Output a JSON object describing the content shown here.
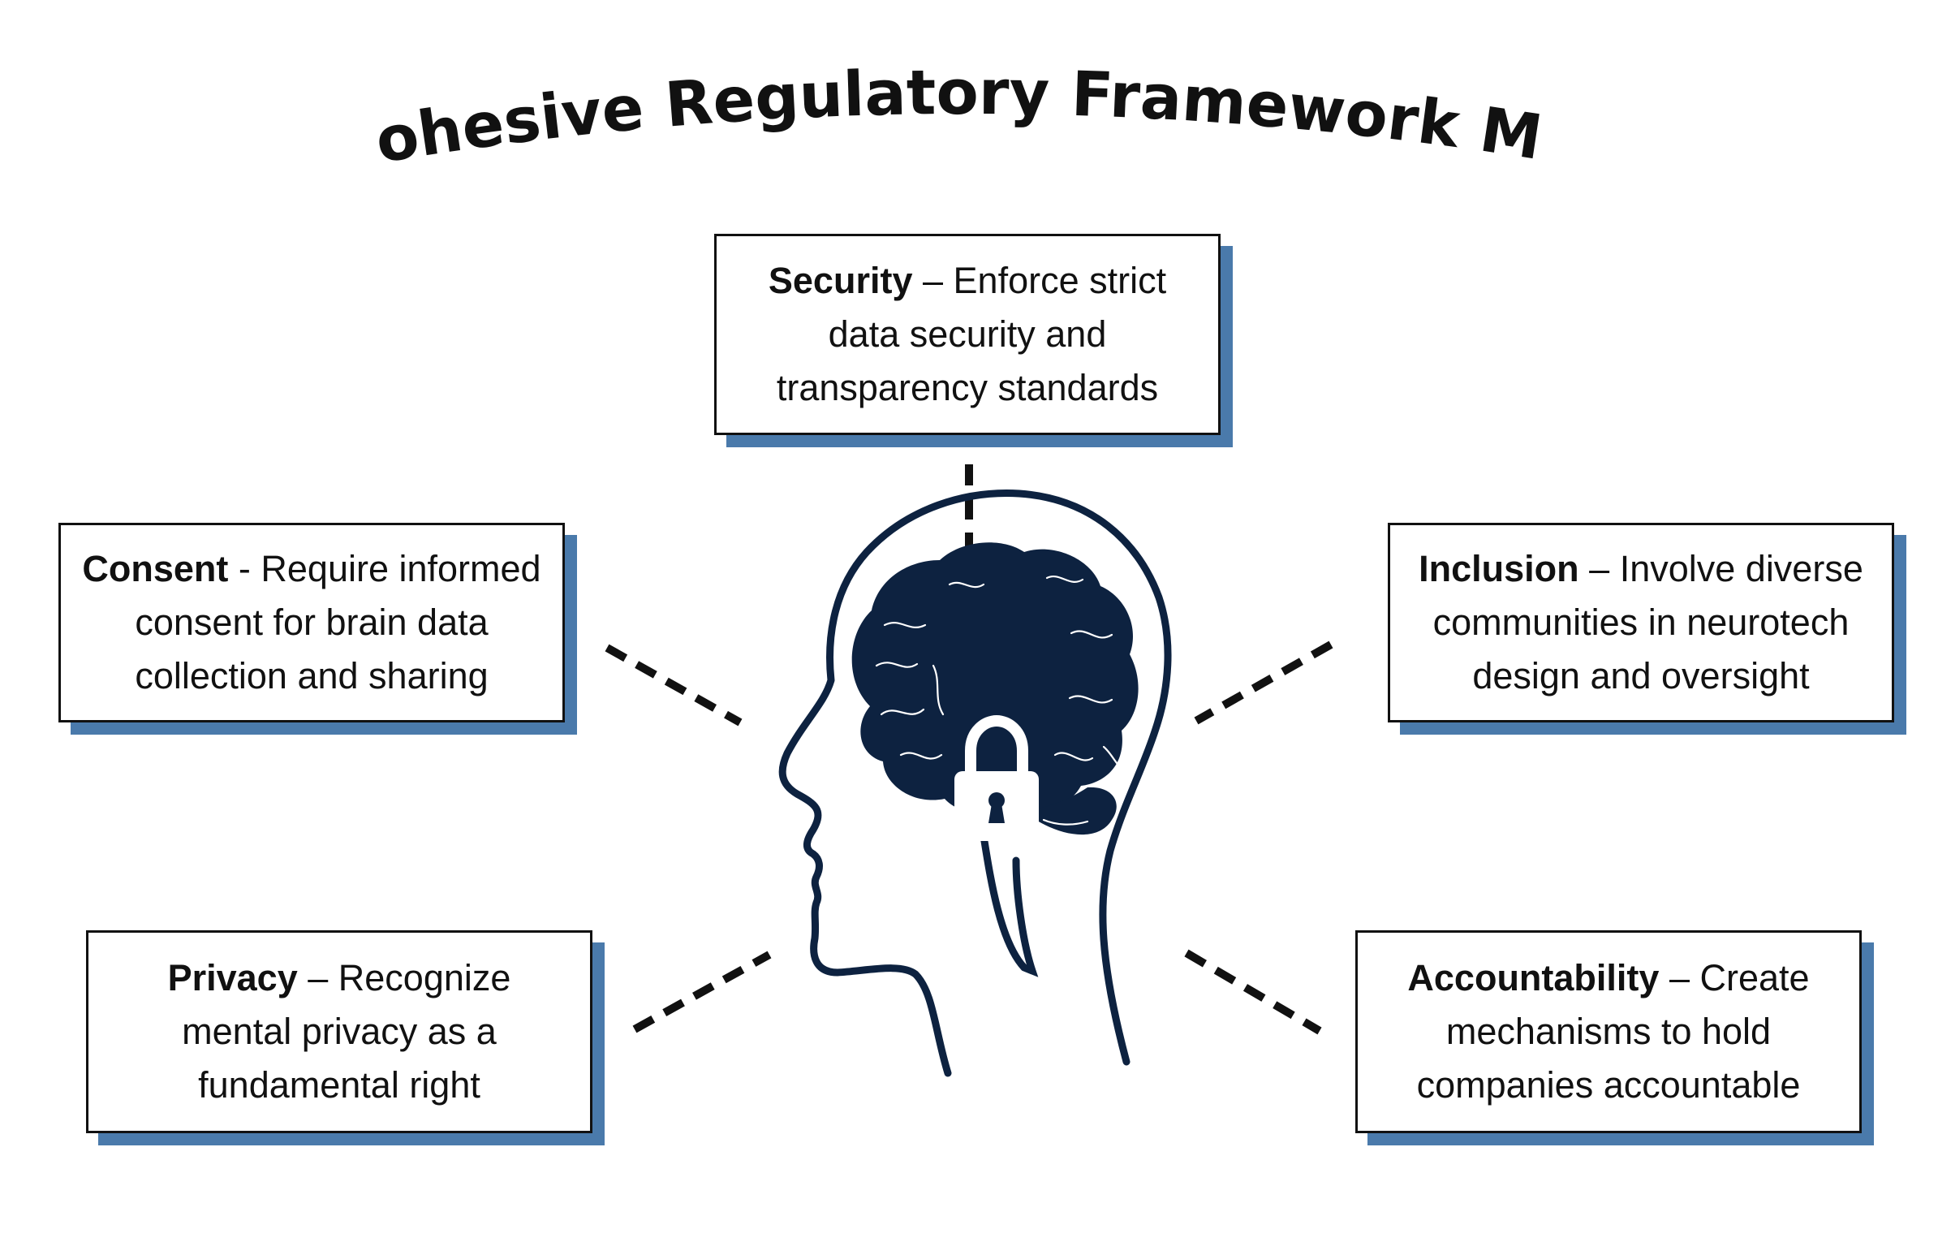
{
  "title": "A Cohesive Regulatory Framework Must:",
  "colors": {
    "accent": "#4a7aab",
    "brain": "#0d2240",
    "border": "#111111"
  },
  "boxes": {
    "security": {
      "term": "Security",
      "sep": " – ",
      "text": "Enforce strict data security and transparency standards"
    },
    "consent": {
      "term": "Consent",
      "sep": " - ",
      "text": "Require informed consent for brain data collection and sharing"
    },
    "inclusion": {
      "term": "Inclusion",
      "sep": " – ",
      "text": "Involve diverse communities in neurotech design and oversight"
    },
    "privacy": {
      "term": "Privacy",
      "sep": " – ",
      "text": "Recognize mental privacy as a fundamental right"
    },
    "accountability": {
      "term": "Accountability",
      "sep": " – ",
      "text": "Create mechanisms to hold companies accountable"
    }
  },
  "icons": {
    "center": "head-brain-lock-icon"
  }
}
